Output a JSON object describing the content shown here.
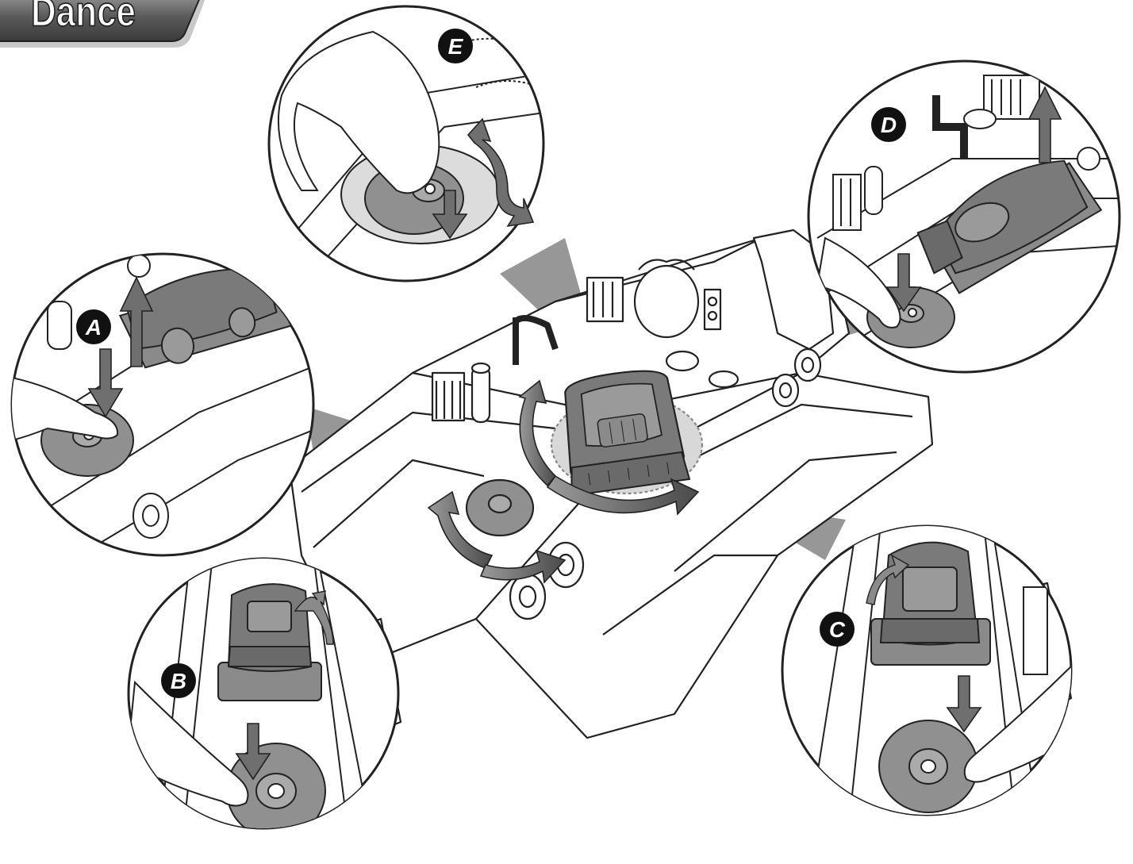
{
  "banner": {
    "text": "Dance"
  },
  "callouts": [
    {
      "id": "A",
      "label": "A"
    },
    {
      "id": "B",
      "label": "B"
    },
    {
      "id": "C",
      "label": "C"
    },
    {
      "id": "D",
      "label": "D"
    },
    {
      "id": "E",
      "label": "E"
    }
  ],
  "colors": {
    "line": "#222222",
    "arrow_gray": "#6f6f6f",
    "pointer_gray": "#8e8e8e",
    "car_gray": "#7a7a7a",
    "disc_gray": "#909090",
    "badge_fill": "#111111",
    "badge_text": "#ffffff"
  },
  "icons": {
    "main": "toy-playset",
    "car": "race-car",
    "disc": "turntable-disc",
    "hand": "pressing-finger",
    "arrow_press": "down-arrow",
    "arrow_lift": "up-arrow",
    "arrow_rotate": "curved-double-arrow"
  }
}
